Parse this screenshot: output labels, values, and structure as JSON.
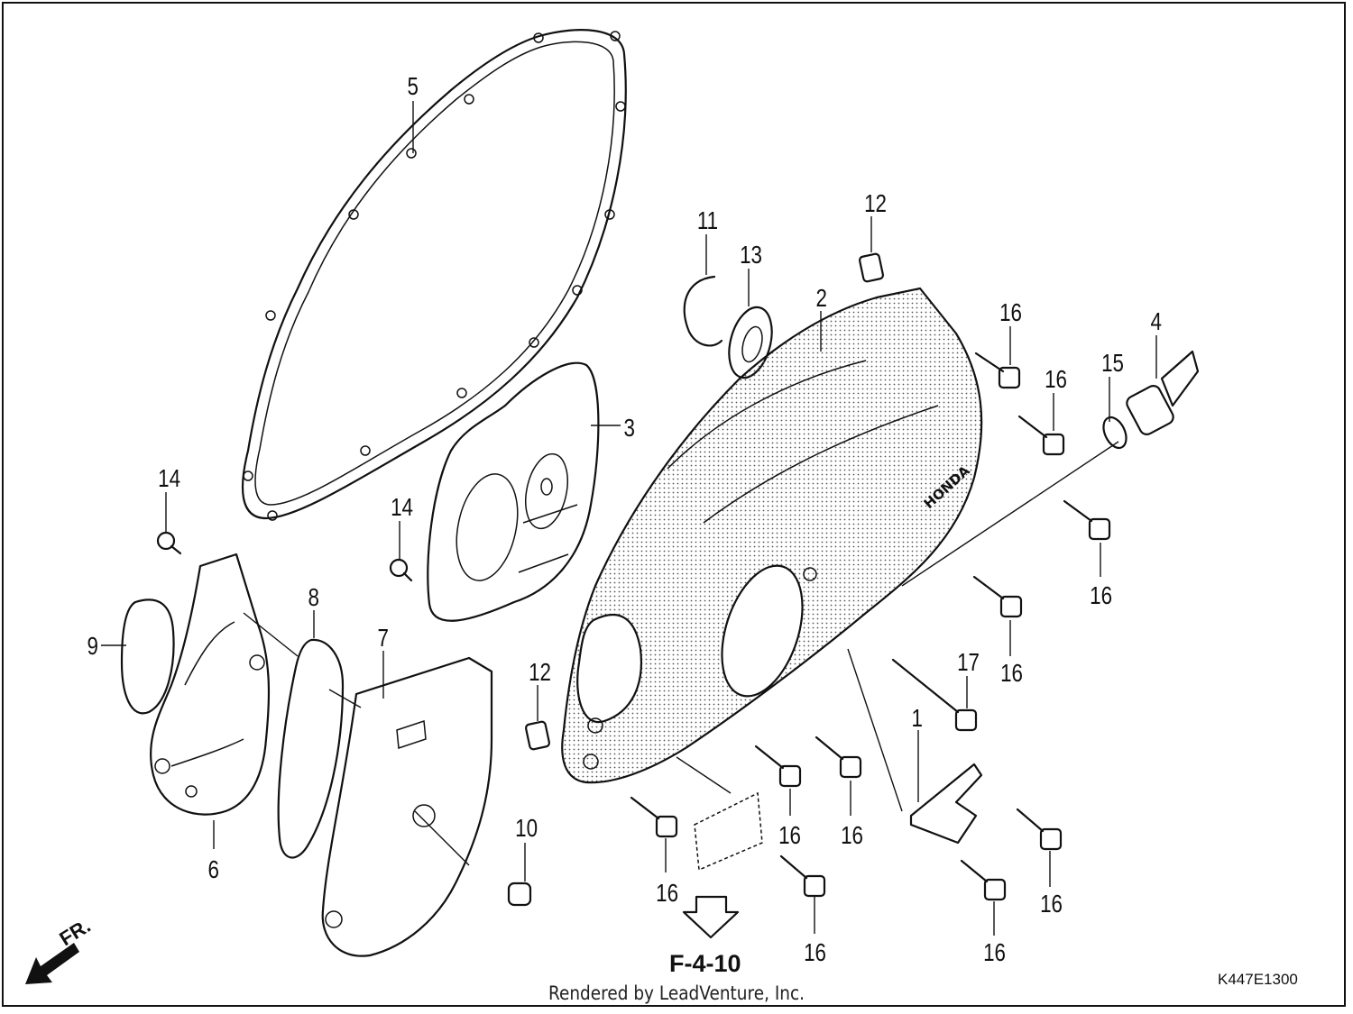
{
  "diagram": {
    "code": "K447E1300",
    "front_label": "FR.",
    "ref_label": "F-4-10",
    "callouts": [
      {
        "id": "c5",
        "text": "5"
      },
      {
        "id": "c11",
        "text": "11"
      },
      {
        "id": "c13",
        "text": "13"
      },
      {
        "id": "c12a",
        "text": "12"
      },
      {
        "id": "c2",
        "text": "2"
      },
      {
        "id": "c16a",
        "text": "16"
      },
      {
        "id": "c16b",
        "text": "16"
      },
      {
        "id": "c15",
        "text": "15"
      },
      {
        "id": "c4",
        "text": "4"
      },
      {
        "id": "c3",
        "text": "3"
      },
      {
        "id": "c14a",
        "text": "14"
      },
      {
        "id": "c14b",
        "text": "14"
      },
      {
        "id": "c16c",
        "text": "16"
      },
      {
        "id": "c9",
        "text": "9"
      },
      {
        "id": "c8",
        "text": "8"
      },
      {
        "id": "c7",
        "text": "7"
      },
      {
        "id": "c12b",
        "text": "12"
      },
      {
        "id": "c16d",
        "text": "16"
      },
      {
        "id": "c17",
        "text": "17"
      },
      {
        "id": "c1",
        "text": "1"
      },
      {
        "id": "c6",
        "text": "6"
      },
      {
        "id": "c10",
        "text": "10"
      },
      {
        "id": "c16e",
        "text": "16"
      },
      {
        "id": "c16f",
        "text": "16"
      },
      {
        "id": "c16g",
        "text": "16"
      },
      {
        "id": "c16h",
        "text": "16"
      },
      {
        "id": "c16i",
        "text": "16"
      },
      {
        "id": "c16j",
        "text": "16"
      }
    ]
  },
  "footer": {
    "credit": "Rendered by LeadVenture, Inc."
  }
}
